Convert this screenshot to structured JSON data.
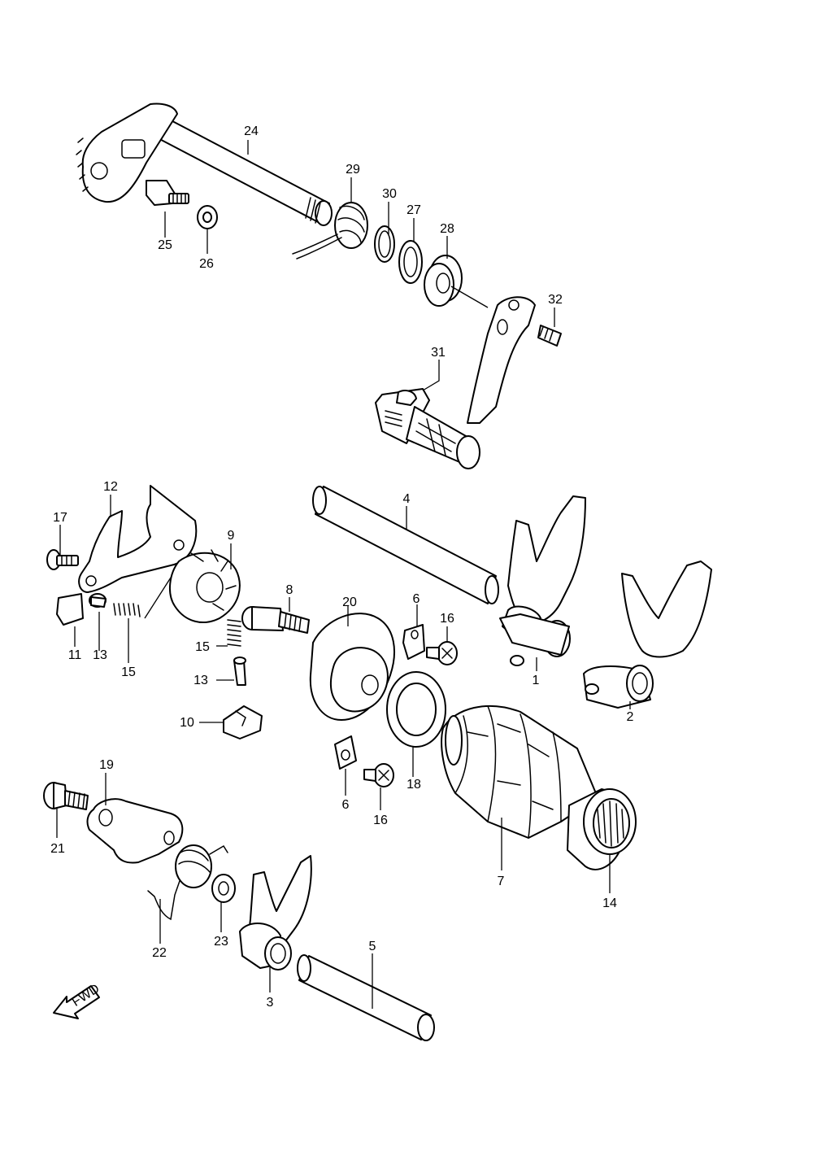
{
  "diagram": {
    "fwd_label": "FWD",
    "callouts": [
      {
        "id": "c1",
        "text": "1"
      },
      {
        "id": "c2",
        "text": "2"
      },
      {
        "id": "c3",
        "text": "3"
      },
      {
        "id": "c4",
        "text": "4"
      },
      {
        "id": "c5",
        "text": "5"
      },
      {
        "id": "c6a",
        "text": "6"
      },
      {
        "id": "c6b",
        "text": "6"
      },
      {
        "id": "c7",
        "text": "7"
      },
      {
        "id": "c8",
        "text": "8"
      },
      {
        "id": "c9",
        "text": "9"
      },
      {
        "id": "c10",
        "text": "10"
      },
      {
        "id": "c11",
        "text": "11"
      },
      {
        "id": "c12",
        "text": "12"
      },
      {
        "id": "c13a",
        "text": "13"
      },
      {
        "id": "c13b",
        "text": "13"
      },
      {
        "id": "c14",
        "text": "14"
      },
      {
        "id": "c15a",
        "text": "15"
      },
      {
        "id": "c15b",
        "text": "15"
      },
      {
        "id": "c16a",
        "text": "16"
      },
      {
        "id": "c16b",
        "text": "16"
      },
      {
        "id": "c17",
        "text": "17"
      },
      {
        "id": "c18",
        "text": "18"
      },
      {
        "id": "c19",
        "text": "19"
      },
      {
        "id": "c20",
        "text": "20"
      },
      {
        "id": "c21",
        "text": "21"
      },
      {
        "id": "c22",
        "text": "22"
      },
      {
        "id": "c23",
        "text": "23"
      },
      {
        "id": "c24",
        "text": "24"
      },
      {
        "id": "c25",
        "text": "25"
      },
      {
        "id": "c26",
        "text": "26"
      },
      {
        "id": "c27",
        "text": "27"
      },
      {
        "id": "c28",
        "text": "28"
      },
      {
        "id": "c29",
        "text": "29"
      },
      {
        "id": "c30",
        "text": "30"
      },
      {
        "id": "c31",
        "text": "31"
      },
      {
        "id": "c32",
        "text": "32"
      }
    ]
  }
}
